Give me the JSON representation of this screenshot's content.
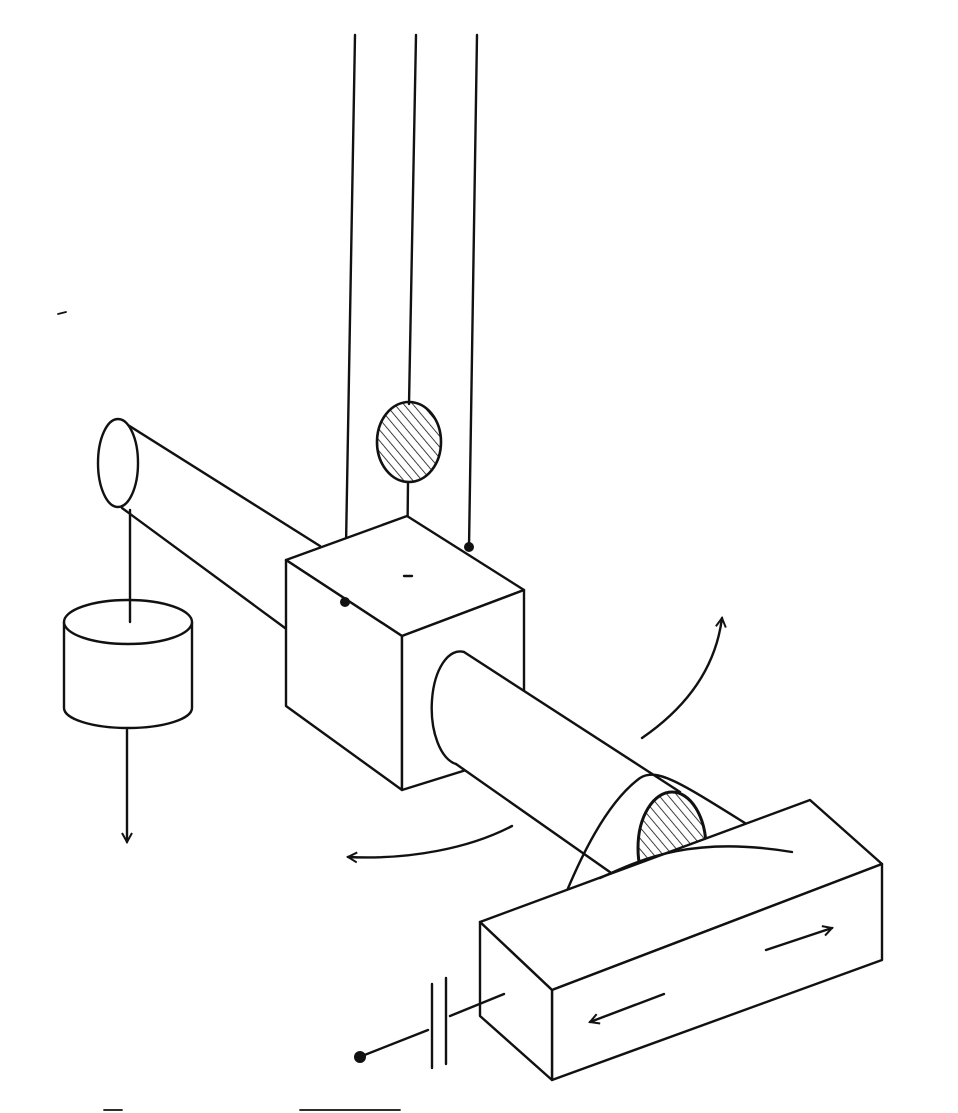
{
  "colors": {
    "ink": "#111111",
    "paper": "#ffffff",
    "hatch": "#111111"
  },
  "figure": {
    "kind": "hand-drawn mechanical sketch",
    "parts": [
      "suspension-wires",
      "hatched-mirror-disc",
      "central-cube",
      "rear-cylinder-rod",
      "hanging-weight",
      "front-cylinder-rod",
      "hatched-end-face",
      "contact-wire",
      "base-block",
      "capacitor",
      "terminal-dot"
    ],
    "motion_indicators": [
      "rotation-arrow-upper-right",
      "rotation-arrow-lower-left",
      "weight-force-arrow-down",
      "block-translation-arrow-right",
      "block-translation-arrow-left"
    ]
  }
}
